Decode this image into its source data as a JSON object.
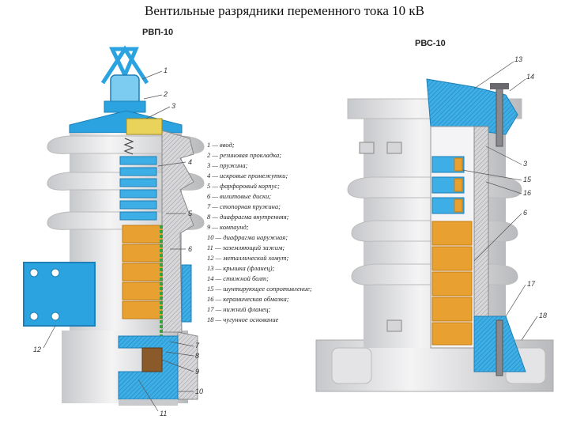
{
  "slide_title": "Вентильные разрядники переменного тока 10 кВ",
  "left_device_title": "РВП-10",
  "right_device_title": "РВС-10",
  "legend": [
    "1 — ввод;",
    "2 — резиновая прокладка;",
    "3 — пружина;",
    "4 — искровые промежутки;",
    "5 — фарфоровый корпус;",
    "6 — вилитовые диски;",
    "7 — стопорная пружина;",
    "8 — диафрагма внутренняя;",
    "9 — компаунд;",
    "10 — диафрагма наружная;",
    "11 — заземляющий зажим;",
    "12 — металлический хомут;",
    "13 — крышка (фланец);",
    "14 — стяжной болт;",
    "15 — шунтирующее сопротивление;",
    "16 — керамическая обмазка;",
    "17 — нижний фланец;",
    "18 — чугунное основание"
  ],
  "left_callouts": [
    "1",
    "2",
    "3",
    "4",
    "5",
    "6",
    "7",
    "8",
    "9",
    "10",
    "11",
    "12"
  ],
  "right_callouts": [
    "13",
    "14",
    "3",
    "15",
    "16",
    "6",
    "17",
    "18"
  ],
  "colors": {
    "porcelain": "#e8e8ea",
    "porcelain_shade": "#c9cacd",
    "hatch": "#b8b8bc",
    "blue": "#2aa3e0",
    "blue_dark": "#1d7fb5",
    "orange": "#e8a030",
    "orange_dark": "#c47d12",
    "green": "#3aa040"
  }
}
